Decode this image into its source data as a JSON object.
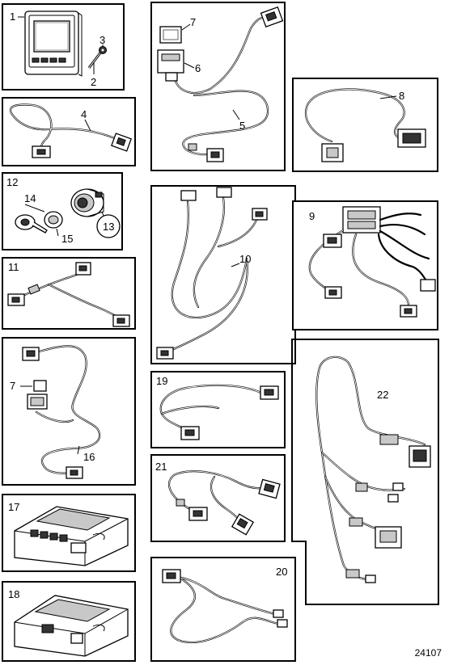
{
  "callouts": {
    "p1": "1",
    "p2": "2",
    "p3": "3",
    "p4": "4",
    "p5": "5",
    "p6": "6",
    "p7": "7",
    "p7b": "7",
    "p8": "8",
    "p9": "9",
    "p10": "10",
    "p11": "11",
    "p12": "12",
    "p13": "13",
    "p14": "14",
    "p15": "15",
    "p16": "16",
    "p17": "17",
    "p18": "18",
    "p19": "19",
    "p20": "20",
    "p21": "21",
    "p22": "22"
  },
  "figure_number": "24107"
}
